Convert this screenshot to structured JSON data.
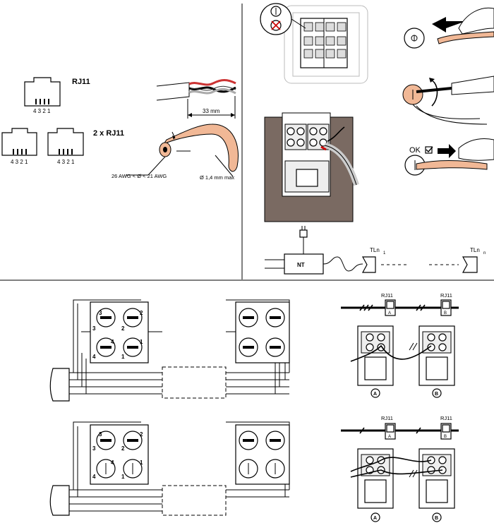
{
  "rj11_single": {
    "title": "RJ11",
    "pins": "4 3 2 1"
  },
  "rj11_double": {
    "title": "2 x RJ11",
    "pins_left": "4 3 2 1",
    "pins_right": "4 3 2 1"
  },
  "cable_strip": {
    "length": "33 mm"
  },
  "wire_gauge": {
    "range": "26 AWG < Ø < 21 AWG",
    "max_diameter": "Ø 1,4 mm max"
  },
  "check": {
    "ok_label": "OK"
  },
  "network": {
    "nt_label": "NT",
    "tl1": "TLn",
    "tl1_sub": "1",
    "tln": "TLn",
    "tln_sub": "n"
  },
  "terminals": {
    "top": [
      "3",
      "2",
      "3",
      "2",
      "4",
      "1",
      "4",
      "1"
    ],
    "bottom": [
      "3",
      "2",
      "3",
      "2",
      "4",
      "1",
      "4",
      "1"
    ]
  },
  "parallel_top": {
    "rj11_a": "RJ11",
    "rj11_b": "RJ11",
    "badge_a": "A",
    "badge_b": "B",
    "label_a": "A",
    "label_b": "B"
  },
  "parallel_bottom": {
    "rj11_a": "RJ11",
    "rj11_b": "RJ11",
    "badge_a": "A",
    "badge_b": "B",
    "label_a": "A",
    "label_b": "B"
  }
}
